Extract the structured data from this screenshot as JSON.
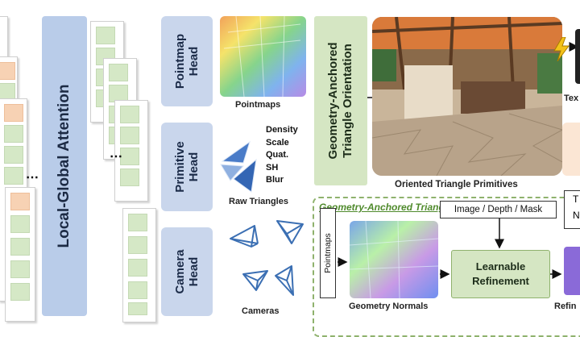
{
  "attention": {
    "label": "Local-Global Attention"
  },
  "heads": [
    {
      "line1": "Pointmap",
      "line2": "Head"
    },
    {
      "line1": "Primitive",
      "line2": "Head"
    },
    {
      "line1": "Camera",
      "line2": "Head"
    }
  ],
  "outputs": {
    "pointmaps": "Pointmaps",
    "raw_triangles": "Raw Triangles",
    "cameras": "Cameras",
    "attributes": [
      "Density",
      "Scale",
      "Quat.",
      "SH",
      "Blur"
    ]
  },
  "orientation": {
    "line1": "Geometry-Anchored",
    "line2": "Triangle Orientation"
  },
  "oriented_caption": "Oriented Triangle Primitives",
  "subfigure": {
    "title": "Geometry-Anchored Triangle Orientation",
    "pointmaps_label": "Pointmaps",
    "inputs_label": "Image / Depth / Mask",
    "refine_line1": "Learnable",
    "refine_line2": "Refinement",
    "normals_caption": "Geometry Normals",
    "partial_right": "Refin"
  },
  "right_partial": {
    "tex": "Tex",
    "t": "T",
    "n": "N"
  },
  "ellipsis": "⋯",
  "colors": {
    "attention": "#b9cce9",
    "head": "#c9d6ec",
    "green": "#d5e6c3",
    "token": "#d5e8c6",
    "token_accent": "#f7d2b4",
    "dashed": "#8fb26d",
    "subtitle": "#4f8a2c"
  }
}
